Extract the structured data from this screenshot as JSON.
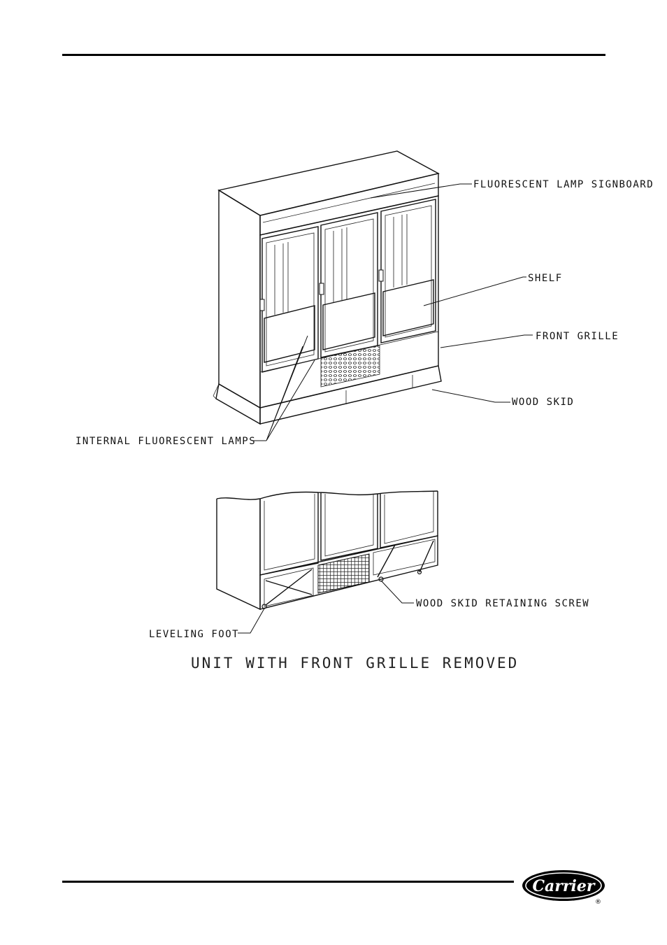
{
  "labels": {
    "signboard": "FLUORESCENT LAMP SIGNBOARD",
    "shelf": "SHELF",
    "front_grille": "FRONT GRILLE",
    "wood_skid": "WOOD SKID",
    "internal_lamps": "INTERNAL FLUORESCENT LAMPS",
    "retaining_screw": "WOOD SKID RETAINING SCREW",
    "leveling_foot": "LEVELING FOOT"
  },
  "caption": "UNIT WITH FRONT GRILLE REMOVED",
  "logo": {
    "text": "Carrier",
    "registered": "®"
  }
}
